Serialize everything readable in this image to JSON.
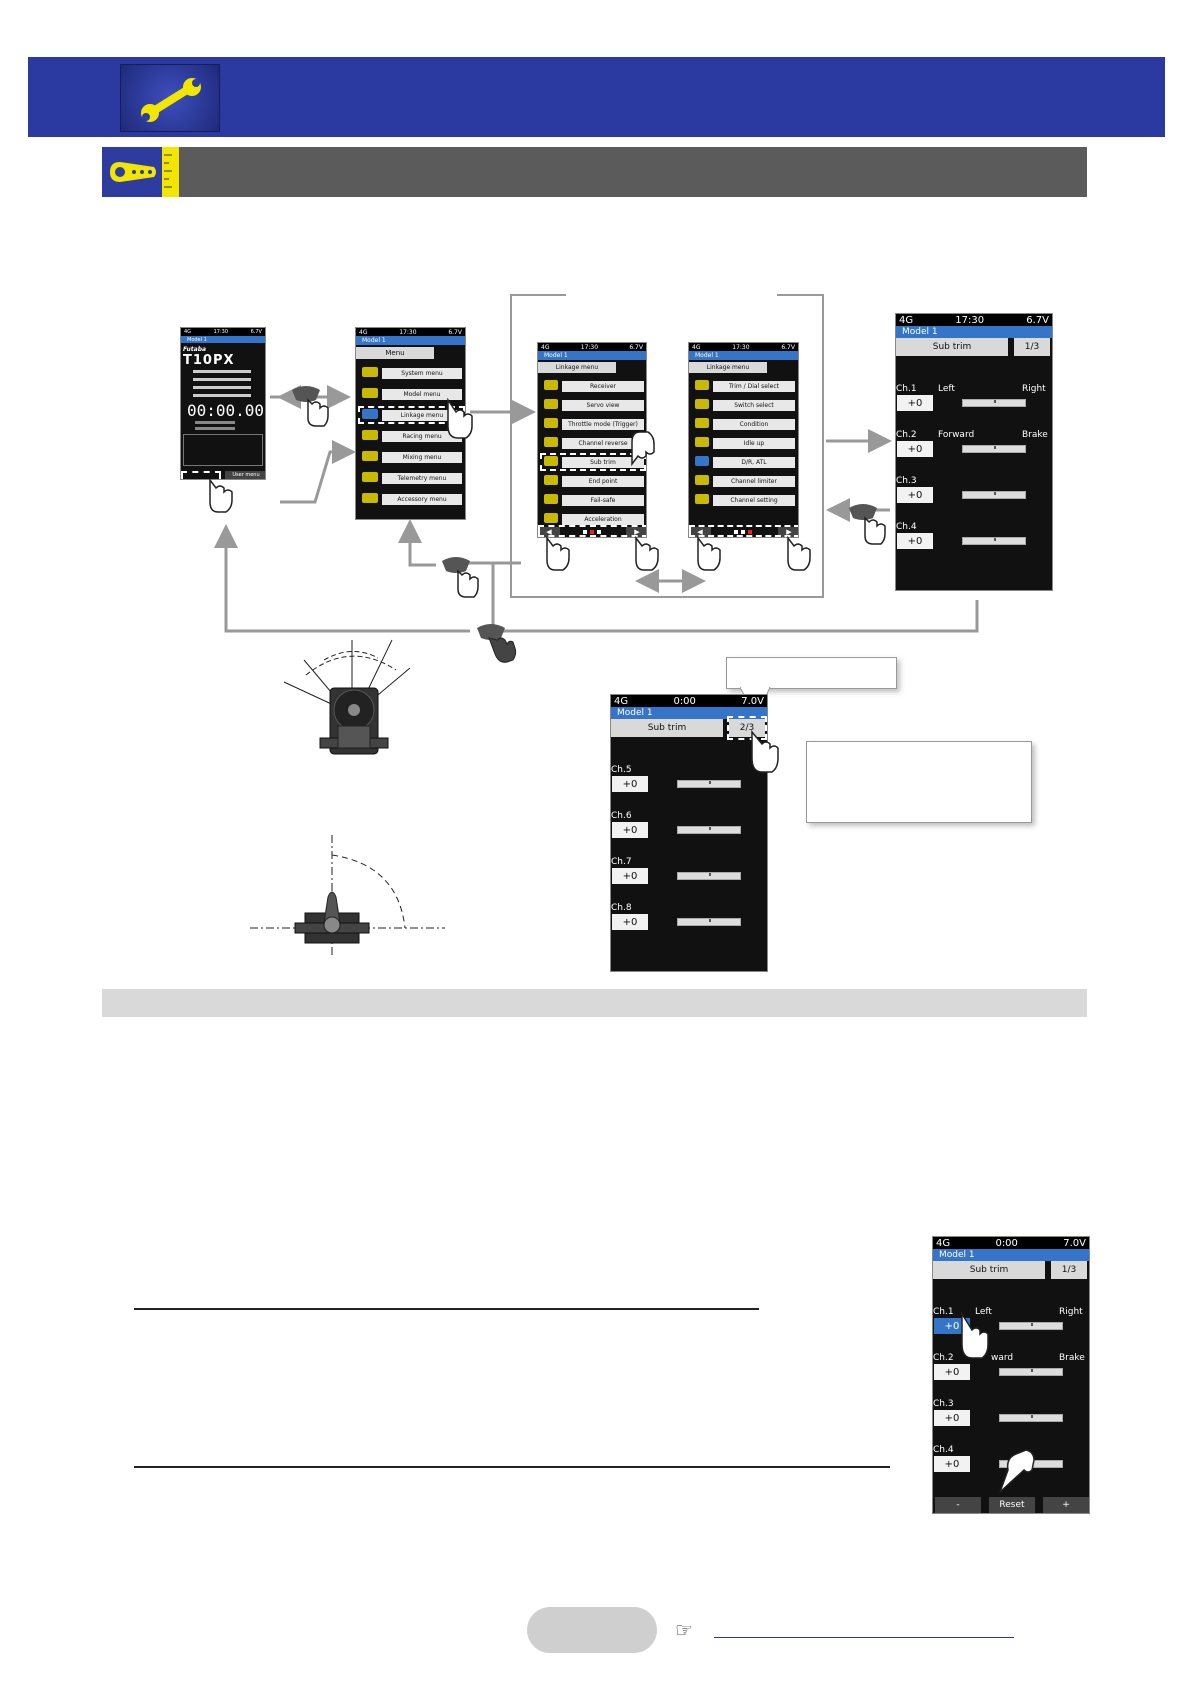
{
  "screens": {
    "home": {
      "status": {
        "left": "4G",
        "time": "17:30",
        "battery": "6.7V"
      },
      "model": "Model 1",
      "brand": "Futaba",
      "product": "T10PX",
      "timer": "00:00.00",
      "softkey": "User menu"
    },
    "menu": {
      "status": {
        "left": "4G",
        "time": "17:30",
        "battery": "6.7V"
      },
      "model": "Model 1",
      "tab": "Menu",
      "items": [
        {
          "icon": "SYS",
          "label": "System menu"
        },
        {
          "icon": "MDL",
          "label": "Model menu"
        },
        {
          "icon": "",
          "label": "Linkage menu"
        },
        {
          "icon": "",
          "label": "Racing menu"
        },
        {
          "icon": "",
          "label": "Mixing menu"
        },
        {
          "icon": "TELE",
          "label": "Telemetry menu"
        },
        {
          "icon": "ACC",
          "label": "Accessory menu"
        }
      ]
    },
    "linkage1": {
      "status": {
        "left": "4G",
        "time": "17:30",
        "battery": "6.7V"
      },
      "model": "Model 1",
      "tab": "Linkage menu",
      "items": [
        "Receiver",
        "Servo view",
        "Throttle mode (Trigger)",
        "Channel reverse",
        "Sub trim",
        "End point",
        "Fail-safe",
        "Acceleration"
      ]
    },
    "linkage2": {
      "status": {
        "left": "4G",
        "time": "17:30",
        "battery": "6.7V"
      },
      "model": "Model 1",
      "tab": "Linkage menu",
      "items": [
        "Trim / Dial select",
        "Switch select",
        "Condition",
        "Idle up",
        "D/R, ATL",
        "Channel limiter",
        "Channel setting"
      ]
    },
    "subtrim1": {
      "status": {
        "left": "4G",
        "time": "17:30",
        "battery": "6.7V"
      },
      "model": "Model 1",
      "tab": "Sub trim",
      "page": "1/3",
      "channels": [
        {
          "label": "Ch.1",
          "left": "Left",
          "right": "Right",
          "value": "+0"
        },
        {
          "label": "Ch.2",
          "left": "Forward",
          "right": "Brake",
          "value": "+0"
        },
        {
          "label": "Ch.3",
          "left": "",
          "right": "",
          "value": "+0"
        },
        {
          "label": "Ch.4",
          "left": "",
          "right": "",
          "value": "+0"
        }
      ]
    },
    "subtrim2": {
      "status": {
        "left": "4G",
        "time": "0:00",
        "battery": "7.0V"
      },
      "model": "Model 1",
      "tab": "Sub trim",
      "page": "2/3",
      "channels": [
        {
          "label": "Ch.5",
          "value": "+0"
        },
        {
          "label": "Ch.6",
          "value": "+0"
        },
        {
          "label": "Ch.7",
          "value": "+0"
        },
        {
          "label": "Ch.8",
          "value": "+0"
        }
      ]
    },
    "subtrim3": {
      "status": {
        "left": "4G",
        "time": "0:00",
        "battery": "7.0V"
      },
      "model": "Model 1",
      "tab": "Sub trim",
      "page": "1/3",
      "channels": [
        {
          "label": "Ch.1",
          "left": "Left",
          "right": "Right",
          "value": "+0"
        },
        {
          "label": "Ch.2",
          "left": "ward",
          "right": "Brake",
          "value": "+0"
        },
        {
          "label": "Ch.3",
          "left": "",
          "right": "",
          "value": "+0"
        },
        {
          "label": "Ch.4",
          "left": "",
          "right": "",
          "value": "+0"
        }
      ],
      "softkeys": [
        "-",
        "Reset",
        "+"
      ]
    }
  }
}
